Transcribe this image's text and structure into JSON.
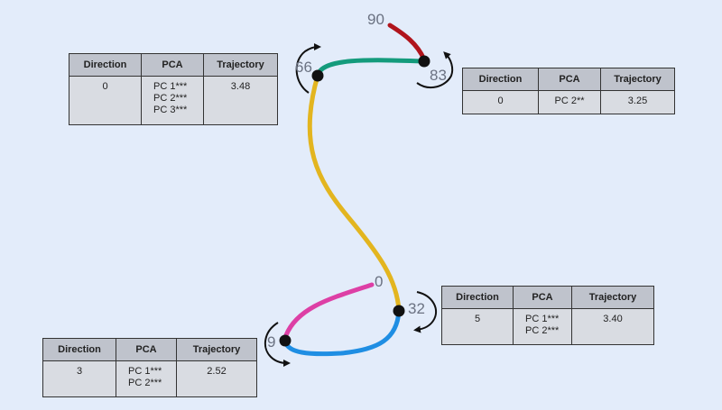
{
  "column_headers": [
    "Direction",
    "PCA",
    "Trajectory"
  ],
  "tables": [
    {
      "direction": "0",
      "pca": [
        "PC 1***",
        "PC 2***",
        "PC 3***"
      ],
      "trajectory": "3.48"
    },
    {
      "direction": "0",
      "pca": [
        "PC 2**"
      ],
      "trajectory": "3.25"
    },
    {
      "direction": "5",
      "pca": [
        "PC 1***",
        "PC 2***"
      ],
      "trajectory": "3.40"
    },
    {
      "direction": "3",
      "pca": [
        "PC 1***",
        "PC 2***"
      ],
      "trajectory": "2.52"
    }
  ],
  "point_labels": [
    "90",
    "66",
    "83",
    "0",
    "32",
    "9"
  ],
  "colors": {
    "background": "#e3ecfa",
    "segment_red": "#b0141c",
    "segment_green": "#149b7c",
    "segment_yellow": "#e3b51f",
    "segment_magenta": "#dd3fa5",
    "segment_blue": "#1f8ee3"
  }
}
